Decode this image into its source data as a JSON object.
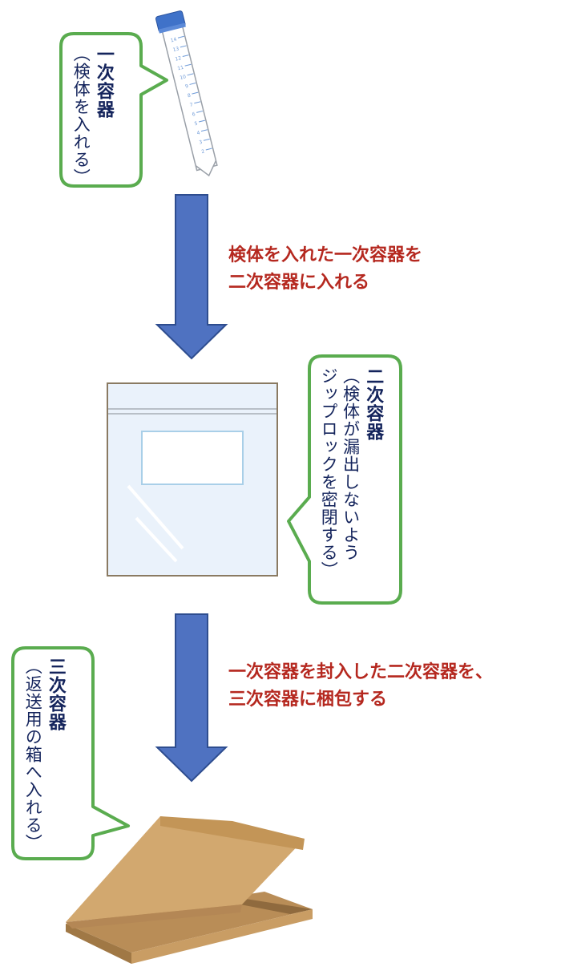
{
  "step1": {
    "title": "一次容器",
    "note": "（検体を入れる）"
  },
  "arrow1_label": {
    "line1": "検体を入れた一次容器を",
    "line2": "二次容器に入れる"
  },
  "step2": {
    "title": "二次容器",
    "note_line1": "（検体が漏出しないよう",
    "note_line2": "ジップロックを密閉する）"
  },
  "arrow2_label": {
    "line1": "一次容器を封入した二次容器を、",
    "line2": "三次容器に梱包する"
  },
  "step3": {
    "title": "三次容器",
    "note": "（返送用の箱へ入れる）"
  },
  "colors": {
    "arrow": "#4f72c1",
    "arrow_stroke": "#2e4d8f",
    "callout_border": "#5aac4f",
    "label_text": "#b5281f",
    "callout_text": "#14245c",
    "box": "#cda46e",
    "tube_cap": "#3f72c9"
  },
  "tube_scale": [
    "14",
    "13",
    "12",
    "11",
    "10",
    "9",
    "8",
    "7",
    "6",
    "5",
    "4",
    "3",
    "2"
  ]
}
